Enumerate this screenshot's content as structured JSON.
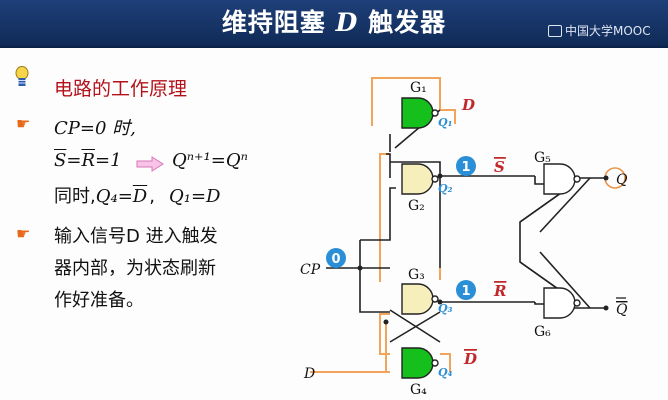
{
  "slide": {
    "title_cn": "维持阻塞",
    "title_var": "D",
    "title_cn2": "触发器",
    "watermark": "中国大学MOOC"
  },
  "left": {
    "heading": "电路的工作原理",
    "line1": "CP=0 时,",
    "line2_s": "S",
    "line2_eq": "=",
    "line2_r": "R",
    "line2_tail": "=1",
    "line2_rhs": "Qⁿ⁺¹=Qⁿ",
    "line3_prefix": "同时,",
    "line3_q4": "Q₄=",
    "line3_d": "D",
    "line3_sep": ",",
    "line3_q1": "Q₁=D",
    "bullet2_line1": "输入信号D 进入触发",
    "bullet2_line2": "器内部，为状态刷新",
    "bullet2_line3": "作好准备。"
  },
  "circuit": {
    "gates": [
      "G₁",
      "G₂",
      "G₃",
      "G₄",
      "G₅",
      "G₆"
    ],
    "gate_outputs": [
      "Q₁",
      "Q₂",
      "Q₃",
      "Q₄"
    ],
    "label_D_top": "D",
    "label_Dbar": "D",
    "label_S": "S",
    "label_R": "R",
    "label_CP": "CP",
    "label_D_in": "D",
    "label_Q": "Q",
    "label_Qbar": "Q",
    "badge_cp": "0",
    "badge_s": "1",
    "badge_r": "1"
  },
  "colors": {
    "title_bg": "#163466",
    "heading": "#b3121a",
    "gate_green": "#16c01c",
    "gate_yellow": "#f6eebb",
    "wire_orange": "#f0a55a",
    "badge_blue": "#2a8fd6",
    "label_red": "#c0282b",
    "output_blue": "#2a8fd6"
  }
}
